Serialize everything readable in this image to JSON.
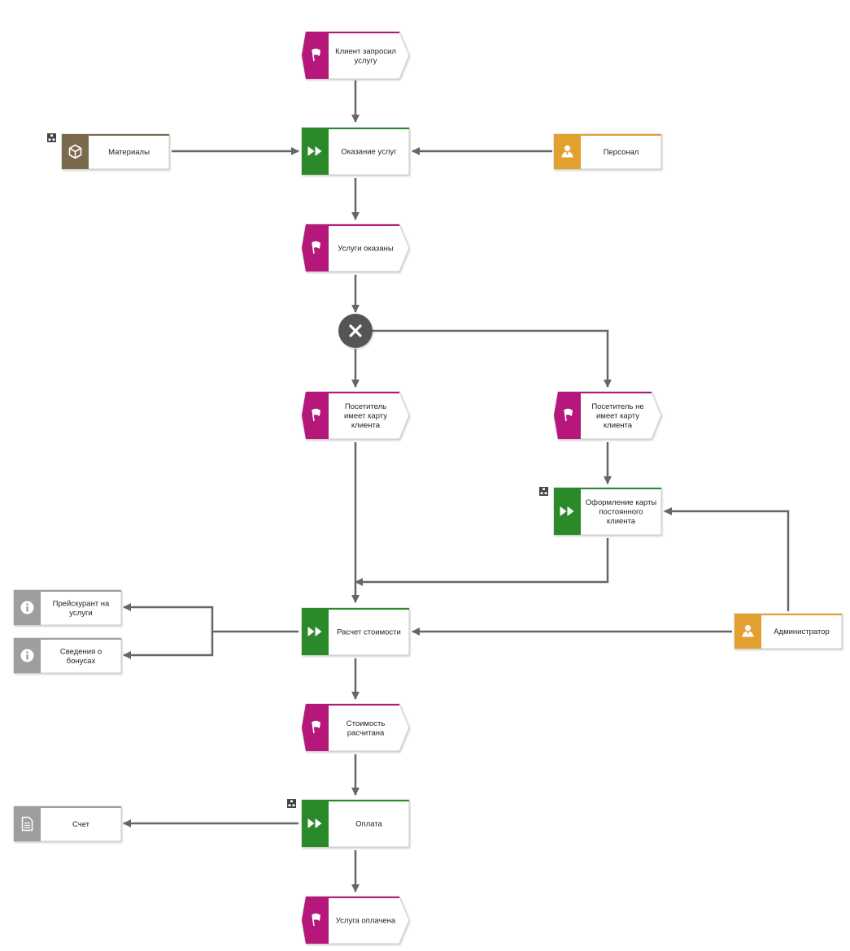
{
  "colors": {
    "event": "#B5177B",
    "function": "#2A8A2A",
    "resource_material": "#7A6A4C",
    "role": "#E2A030",
    "info": "#9E9E9E",
    "connector": "#666666",
    "gateway": "#555555"
  },
  "nodes": {
    "ev_request": {
      "type": "event",
      "label": "Клиент запросил услугу",
      "icon": "flag-icon"
    },
    "fn_service": {
      "type": "function",
      "label": "Оказание услуг",
      "icon": "fast-forward-icon"
    },
    "res_materials": {
      "type": "material",
      "label": "Материалы",
      "icon": "package-icon",
      "has_submodel": true
    },
    "role_staff": {
      "type": "role",
      "label": "Персонал",
      "icon": "person-icon"
    },
    "ev_served": {
      "type": "event",
      "label": "Услуги оказаны",
      "icon": "flag-icon"
    },
    "gw_xor": {
      "type": "xor-gateway",
      "label": "",
      "icon": "x-icon"
    },
    "ev_has_card": {
      "type": "event",
      "label": "Посетитель имеет карту клиента",
      "icon": "flag-icon"
    },
    "ev_no_card": {
      "type": "event",
      "label": "Посетитель не имеет карту клиента",
      "icon": "flag-icon"
    },
    "fn_card": {
      "type": "function",
      "label": "Оформление карты постоянного клиента",
      "icon": "fast-forward-icon",
      "has_submodel": true
    },
    "fn_calc": {
      "type": "function",
      "label": "Расчет стоимости",
      "icon": "fast-forward-icon"
    },
    "info_price": {
      "type": "info",
      "label": "Прейскурант на услуги",
      "icon": "info-icon"
    },
    "info_bonus": {
      "type": "info",
      "label": "Сведения о бонусах",
      "icon": "info-icon"
    },
    "role_admin": {
      "type": "role",
      "label": "Администратор",
      "icon": "person-icon"
    },
    "ev_calculated": {
      "type": "event",
      "label": "Стоимость расчитана",
      "icon": "flag-icon"
    },
    "fn_pay": {
      "type": "function",
      "label": "Оплата",
      "icon": "fast-forward-icon",
      "has_submodel": true
    },
    "doc_invoice": {
      "type": "document",
      "label": "Счет",
      "icon": "document-icon"
    },
    "ev_paid": {
      "type": "event",
      "label": "Услуга оплачена",
      "icon": "flag-icon"
    }
  },
  "edges": [
    {
      "from": "ev_request",
      "to": "fn_service"
    },
    {
      "from": "res_materials",
      "to": "fn_service"
    },
    {
      "from": "role_staff",
      "to": "fn_service"
    },
    {
      "from": "fn_service",
      "to": "ev_served"
    },
    {
      "from": "ev_served",
      "to": "gw_xor"
    },
    {
      "from": "gw_xor",
      "to": "ev_has_card"
    },
    {
      "from": "gw_xor",
      "to": "ev_no_card"
    },
    {
      "from": "ev_no_card",
      "to": "fn_card"
    },
    {
      "from": "role_admin",
      "to": "fn_card"
    },
    {
      "from": "ev_has_card",
      "to": "fn_calc"
    },
    {
      "from": "fn_card",
      "to": "fn_calc"
    },
    {
      "from": "role_admin",
      "to": "fn_calc"
    },
    {
      "from": "fn_calc",
      "to": "info_price"
    },
    {
      "from": "fn_calc",
      "to": "info_bonus"
    },
    {
      "from": "fn_calc",
      "to": "ev_calculated"
    },
    {
      "from": "ev_calculated",
      "to": "fn_pay"
    },
    {
      "from": "fn_pay",
      "to": "doc_invoice"
    },
    {
      "from": "fn_pay",
      "to": "ev_paid"
    }
  ]
}
